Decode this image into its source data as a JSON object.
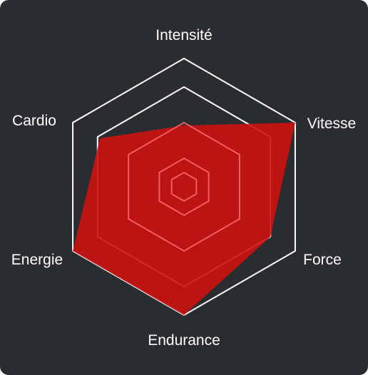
{
  "chart_data": {
    "type": "radar",
    "title": "",
    "axes": [
      "Intensité",
      "Vitesse",
      "Force",
      "Endurance",
      "Energie",
      "Cardio"
    ],
    "rlim": [
      0,
      100
    ],
    "grid_levels": [
      10,
      20,
      45,
      70,
      90
    ],
    "series": [
      {
        "values": [
          43,
          90,
          70,
          90,
          90,
          68
        ],
        "color": "#cc1111"
      }
    ],
    "grid": true
  },
  "colors": {
    "background": "#2a2d30",
    "outer_grid": "#ffffff",
    "inner_grid": "#ff6a6a",
    "fill": "#cc1111",
    "label": "#ffffff"
  }
}
